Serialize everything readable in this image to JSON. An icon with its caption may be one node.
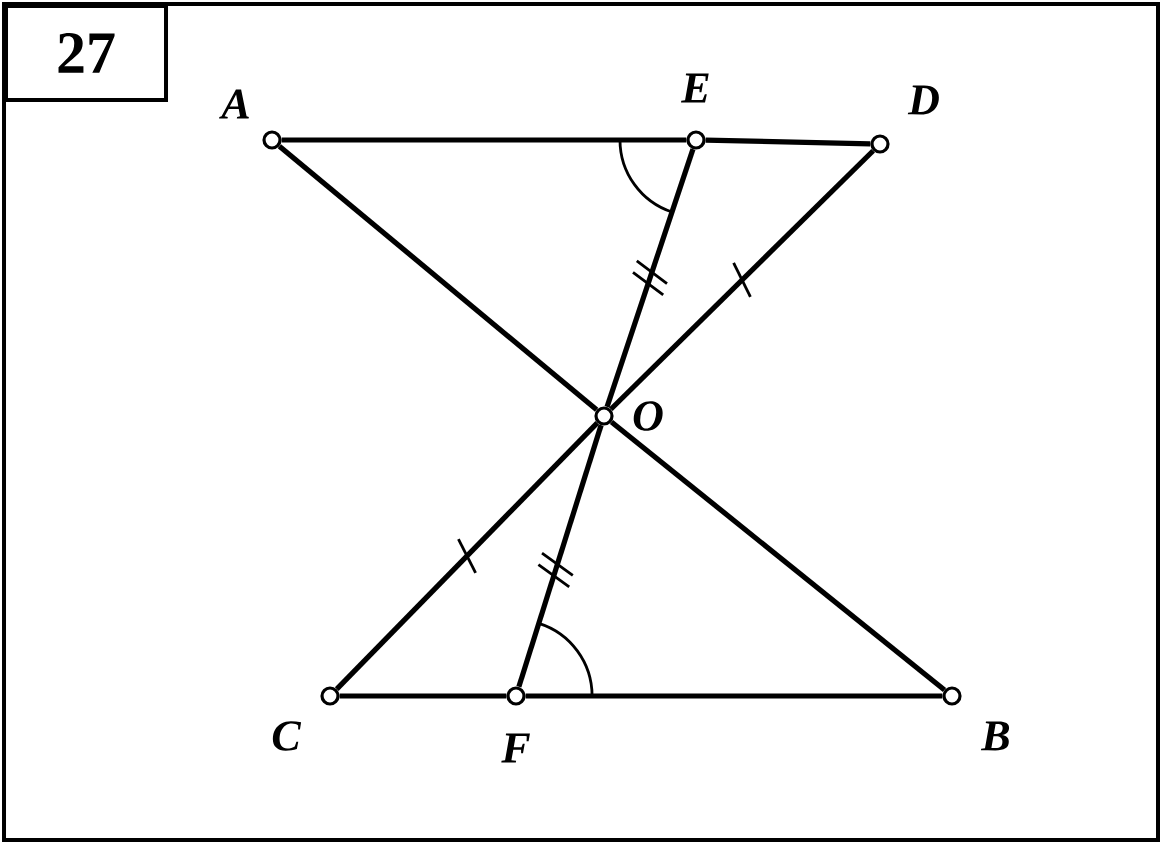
{
  "diagram": {
    "nodes": [
      {
        "text": [
          "27"
        ]
      },
      {
        "text": [],
        "shape": "circle",
        "beside": [
          "A"
        ]
      },
      {
        "text": [],
        "shape": "circle",
        "beside": [
          "E"
        ]
      },
      {
        "text": [],
        "shape": "circle",
        "beside": [
          "D"
        ]
      },
      {
        "text": [],
        "shape": "circle",
        "beside": [
          "O"
        ]
      },
      {
        "text": [],
        "shape": "circle",
        "beside": [
          "C"
        ]
      },
      {
        "text": [],
        "shape": "circle",
        "beside": [
          "F"
        ]
      },
      {
        "text": [],
        "shape": "circle",
        "beside": [
          "B"
        ]
      }
    ],
    "edges": [
      {
        "from": 1,
        "to": 2,
        "arrow": "none"
      },
      {
        "from": 2,
        "to": 3,
        "arrow": "none"
      },
      {
        "from": 1,
        "to": 4,
        "arrow": "none"
      },
      {
        "from": 4,
        "to": 7,
        "arrow": "none"
      },
      {
        "from": 3,
        "to": 4,
        "arrow": "none"
      },
      {
        "from": 4,
        "to": 5,
        "arrow": "none"
      },
      {
        "from": 2,
        "to": 4,
        "arrow": "none"
      },
      {
        "from": 4,
        "to": 6,
        "arrow": "none"
      },
      {
        "from": 5,
        "to": 6,
        "arrow": "none"
      },
      {
        "from": 6,
        "to": 7,
        "arrow": "none"
      }
    ]
  }
}
